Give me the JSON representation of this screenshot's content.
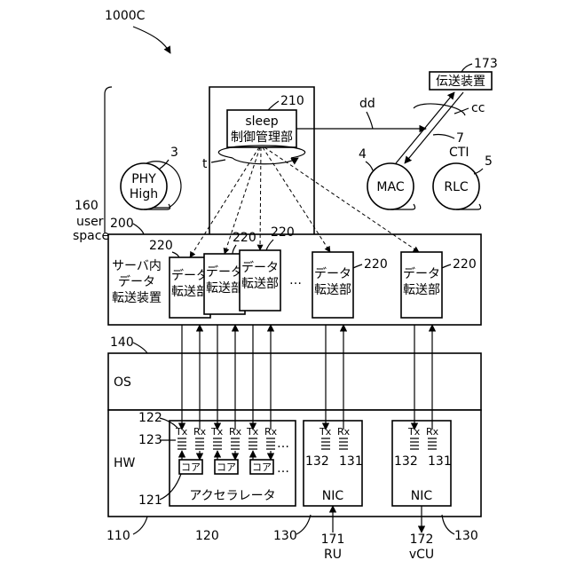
{
  "figure_ref": "1000C",
  "layers": {
    "user_space": {
      "ref": "160",
      "label_line1": "user",
      "label_line2": "space"
    },
    "os": {
      "ref": "140",
      "label": "OS"
    },
    "hw": {
      "ref": "110",
      "label": "HW"
    }
  },
  "sleep_manager": {
    "ref": "210",
    "line1": "sleep",
    "line2": "制御管理部",
    "loop_label": "t"
  },
  "transmission_device": {
    "ref": "173",
    "label": "伝送装置"
  },
  "links": {
    "dd": "dd",
    "cc": "cc",
    "ref7": "7",
    "cti": "CTI"
  },
  "phy": {
    "ref": "3",
    "line1": "PHY",
    "line2": "High"
  },
  "mac": {
    "ref": "4",
    "label": "MAC"
  },
  "rlc": {
    "ref": "5",
    "label": "RLC"
  },
  "intra_server": {
    "ref": "200",
    "line1": "サーバ内",
    "line2": "データ",
    "line3": "転送装置"
  },
  "transfer_units": {
    "ref": "220",
    "line1": "データ",
    "line2": "転送部",
    "ellipsis": "…",
    "items": [
      {
        "ref": "220"
      },
      {
        "ref": "220"
      },
      {
        "ref": "220"
      },
      {
        "ref": "220"
      },
      {
        "ref": "220"
      }
    ]
  },
  "accelerator": {
    "ref": "120",
    "label": "アクセラレータ",
    "queue_ref": "122",
    "queue_ref2": "123",
    "core_ref": "121",
    "core_label": "コア",
    "tx": "Tx",
    "rx": "Rx",
    "ellipsis": "…"
  },
  "nic_ru": {
    "ref": "130",
    "label": "NIC",
    "tx": "Tx",
    "rx": "Rx",
    "ref_a": "132",
    "ref_b": "131",
    "ext_ref": "171",
    "ext_label": "RU"
  },
  "nic_vcu": {
    "ref": "130",
    "label": "NIC",
    "tx": "Tx",
    "rx": "Rx",
    "ref_a": "132",
    "ref_b": "131",
    "ext_ref": "172",
    "ext_label": "vCU"
  }
}
